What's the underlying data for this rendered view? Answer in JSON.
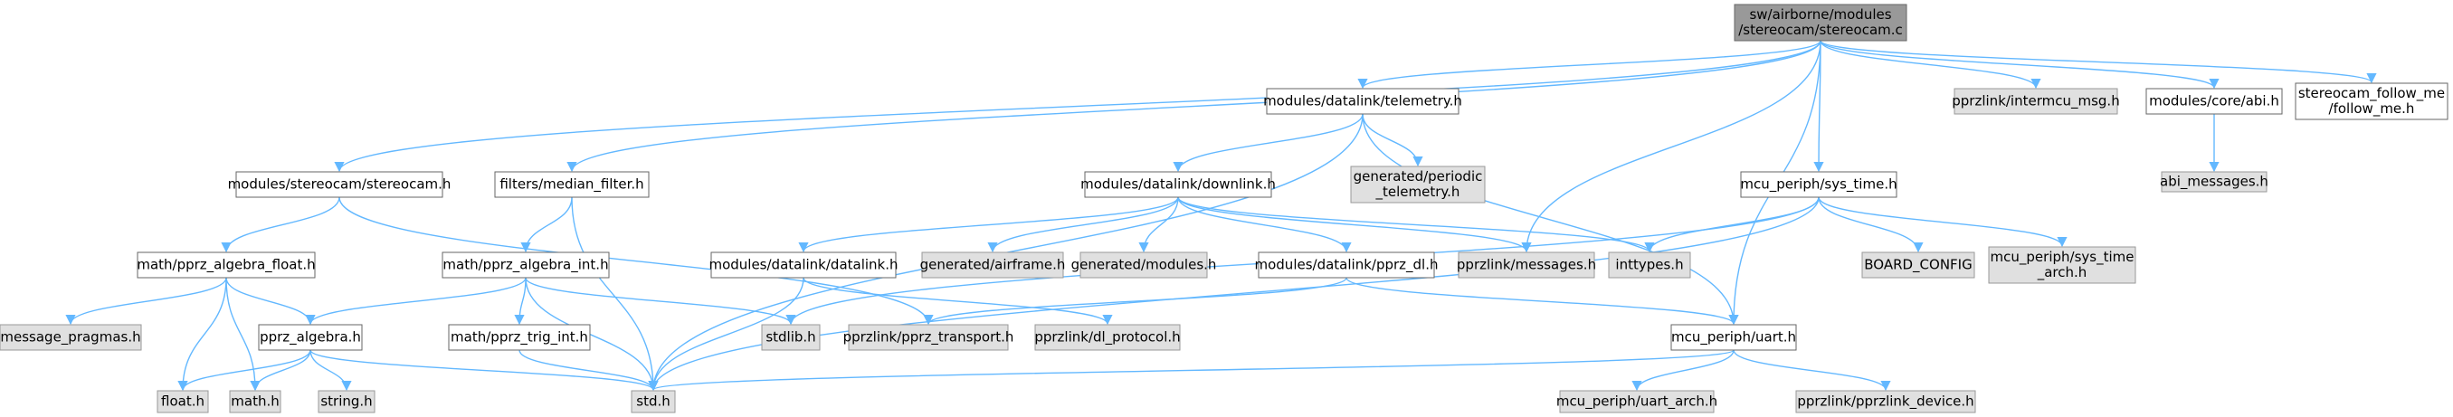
{
  "graph": {
    "nodes": [
      {
        "id": "root",
        "style": "root",
        "lines": [
          "sw/airborne/modules",
          "/stereocam/stereocam.c"
        ]
      },
      {
        "id": "telemetry",
        "style": "white",
        "lines": [
          "modules/datalink/telemetry.h"
        ]
      },
      {
        "id": "intermcu",
        "style": "gray",
        "lines": [
          "pprzlink/intermcu_msg.h"
        ]
      },
      {
        "id": "abi",
        "style": "white",
        "lines": [
          "modules/core/abi.h"
        ]
      },
      {
        "id": "follow_me",
        "style": "white",
        "lines": [
          "stereocam_follow_me",
          "/follow_me.h"
        ]
      },
      {
        "id": "abi_messages",
        "style": "gray",
        "lines": [
          "abi_messages.h"
        ]
      },
      {
        "id": "stereocam_h",
        "style": "white",
        "lines": [
          "modules/stereocam/stereocam.h"
        ]
      },
      {
        "id": "median_filter",
        "style": "white",
        "lines": [
          "filters/median_filter.h"
        ]
      },
      {
        "id": "downlink",
        "style": "white",
        "lines": [
          "modules/datalink/downlink.h"
        ]
      },
      {
        "id": "gen_periodic",
        "style": "gray",
        "lines": [
          "generated/periodic",
          "_telemetry.h"
        ]
      },
      {
        "id": "sys_time",
        "style": "white",
        "lines": [
          "mcu_periph/sys_time.h"
        ]
      },
      {
        "id": "algebra_float",
        "style": "white",
        "lines": [
          "math/pprz_algebra_float.h"
        ]
      },
      {
        "id": "algebra_int",
        "style": "white",
        "lines": [
          "math/pprz_algebra_int.h"
        ]
      },
      {
        "id": "datalink_h",
        "style": "white",
        "lines": [
          "modules/datalink/datalink.h"
        ]
      },
      {
        "id": "gen_airframe",
        "style": "gray",
        "lines": [
          "generated/airframe.h"
        ]
      },
      {
        "id": "gen_modules",
        "style": "gray",
        "lines": [
          "generated/modules.h"
        ]
      },
      {
        "id": "pprz_dl",
        "style": "white",
        "lines": [
          "modules/datalink/pprz_dl.h"
        ]
      },
      {
        "id": "messages",
        "style": "gray",
        "lines": [
          "pprzlink/messages.h"
        ]
      },
      {
        "id": "inttypes",
        "style": "gray",
        "lines": [
          "inttypes.h"
        ]
      },
      {
        "id": "board_config",
        "style": "gray",
        "lines": [
          "BOARD_CONFIG"
        ]
      },
      {
        "id": "sys_time_arch",
        "style": "gray",
        "lines": [
          "mcu_periph/sys_time",
          "_arch.h"
        ]
      },
      {
        "id": "msg_pragmas",
        "style": "gray",
        "lines": [
          "message_pragmas.h"
        ]
      },
      {
        "id": "pprz_algebra",
        "style": "white",
        "lines": [
          "pprz_algebra.h"
        ]
      },
      {
        "id": "trig_int",
        "style": "white",
        "lines": [
          "math/pprz_trig_int.h"
        ]
      },
      {
        "id": "stdlib",
        "style": "gray",
        "lines": [
          "stdlib.h"
        ]
      },
      {
        "id": "transport",
        "style": "gray",
        "lines": [
          "pprzlink/pprz_transport.h"
        ]
      },
      {
        "id": "dl_protocol",
        "style": "gray",
        "lines": [
          "pprzlink/dl_protocol.h"
        ]
      },
      {
        "id": "uart",
        "style": "white",
        "lines": [
          "mcu_periph/uart.h"
        ]
      },
      {
        "id": "float_h",
        "style": "gray",
        "lines": [
          "float.h"
        ]
      },
      {
        "id": "math_h",
        "style": "gray",
        "lines": [
          "math.h"
        ]
      },
      {
        "id": "string_h",
        "style": "gray",
        "lines": [
          "string.h"
        ]
      },
      {
        "id": "std_h",
        "style": "gray",
        "lines": [
          "std.h"
        ]
      },
      {
        "id": "uart_arch",
        "style": "gray",
        "lines": [
          "mcu_periph/uart_arch.h"
        ]
      },
      {
        "id": "pprzlink_device",
        "style": "gray",
        "lines": [
          "pprzlink/pprzlink_device.h"
        ]
      }
    ],
    "edges": [
      [
        "root",
        "telemetry"
      ],
      [
        "root",
        "intermcu"
      ],
      [
        "root",
        "abi"
      ],
      [
        "root",
        "follow_me"
      ],
      [
        "root",
        "stereocam_h"
      ],
      [
        "root",
        "median_filter"
      ],
      [
        "root",
        "sys_time"
      ],
      [
        "root",
        "messages"
      ],
      [
        "root",
        "uart"
      ],
      [
        "abi",
        "abi_messages"
      ],
      [
        "telemetry",
        "downlink"
      ],
      [
        "telemetry",
        "gen_periodic"
      ],
      [
        "telemetry",
        "std_h"
      ],
      [
        "telemetry",
        "uart"
      ],
      [
        "stereocam_h",
        "algebra_float"
      ],
      [
        "stereocam_h",
        "transport"
      ],
      [
        "median_filter",
        "algebra_int"
      ],
      [
        "median_filter",
        "std_h"
      ],
      [
        "downlink",
        "datalink_h"
      ],
      [
        "downlink",
        "gen_airframe"
      ],
      [
        "downlink",
        "gen_modules"
      ],
      [
        "downlink",
        "pprz_dl"
      ],
      [
        "downlink",
        "messages"
      ],
      [
        "downlink",
        "inttypes"
      ],
      [
        "sys_time",
        "inttypes"
      ],
      [
        "sys_time",
        "board_config"
      ],
      [
        "sys_time",
        "sys_time_arch"
      ],
      [
        "sys_time",
        "stdlib"
      ],
      [
        "sys_time",
        "std_h"
      ],
      [
        "algebra_float",
        "msg_pragmas"
      ],
      [
        "algebra_float",
        "pprz_algebra"
      ],
      [
        "algebra_float",
        "float_h"
      ],
      [
        "algebra_float",
        "math_h"
      ],
      [
        "algebra_int",
        "pprz_algebra"
      ],
      [
        "algebra_int",
        "trig_int"
      ],
      [
        "algebra_int",
        "stdlib"
      ],
      [
        "algebra_int",
        "std_h"
      ],
      [
        "datalink_h",
        "dl_protocol"
      ],
      [
        "datalink_h",
        "std_h"
      ],
      [
        "pprz_dl",
        "transport"
      ],
      [
        "pprz_dl",
        "uart"
      ],
      [
        "pprz_algebra",
        "float_h"
      ],
      [
        "pprz_algebra",
        "math_h"
      ],
      [
        "pprz_algebra",
        "string_h"
      ],
      [
        "pprz_algebra",
        "std_h"
      ],
      [
        "trig_int",
        "std_h"
      ],
      [
        "uart",
        "std_h"
      ],
      [
        "uart",
        "uart_arch"
      ],
      [
        "uart",
        "pprzlink_device"
      ]
    ]
  }
}
